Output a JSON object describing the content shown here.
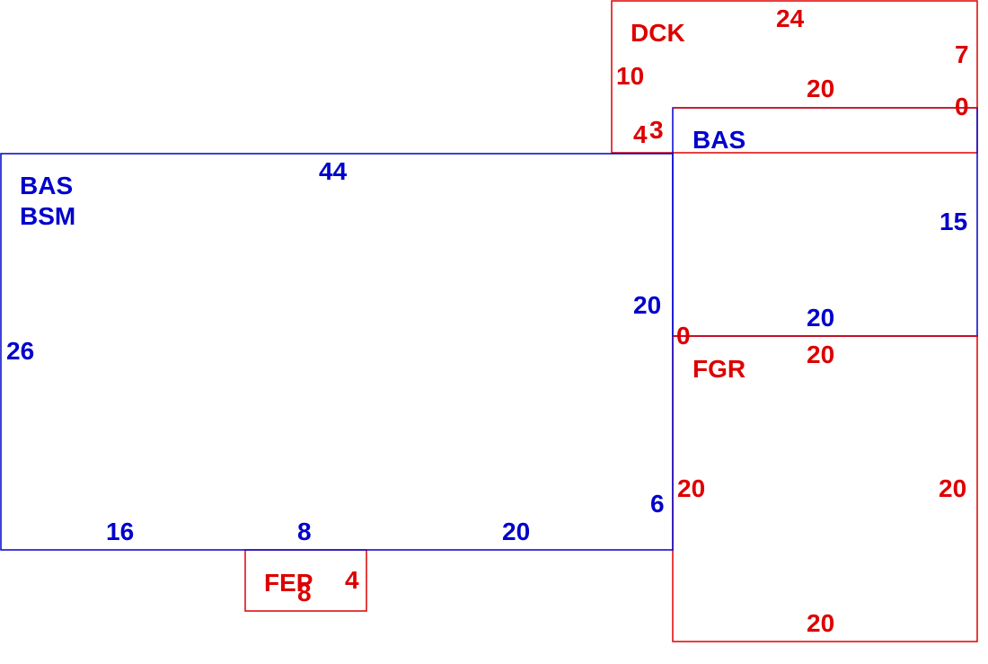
{
  "colors": {
    "blue": "#0000cc",
    "red": "#dd0000"
  },
  "areas": [
    {
      "id": "bas-bsm",
      "color": "blue",
      "labels": [
        "BAS",
        "BSM"
      ],
      "dimensions": [
        "44",
        "26",
        "20",
        "6",
        "16",
        "8",
        "20"
      ]
    },
    {
      "id": "bas",
      "color": "blue",
      "labels": [
        "BAS"
      ],
      "dimensions": [
        "15",
        "20"
      ]
    },
    {
      "id": "dck",
      "color": "red",
      "labels": [
        "DCK"
      ],
      "dimensions": [
        "24",
        "7",
        "10",
        "20",
        "0",
        "4",
        "3"
      ]
    },
    {
      "id": "fgr",
      "color": "red",
      "labels": [
        "FGR"
      ],
      "dimensions": [
        "0",
        "20",
        "20",
        "20",
        "20"
      ]
    },
    {
      "id": "fep",
      "color": "red",
      "labels": [
        "FEP"
      ],
      "dimensions": [
        "8",
        "4"
      ]
    }
  ]
}
